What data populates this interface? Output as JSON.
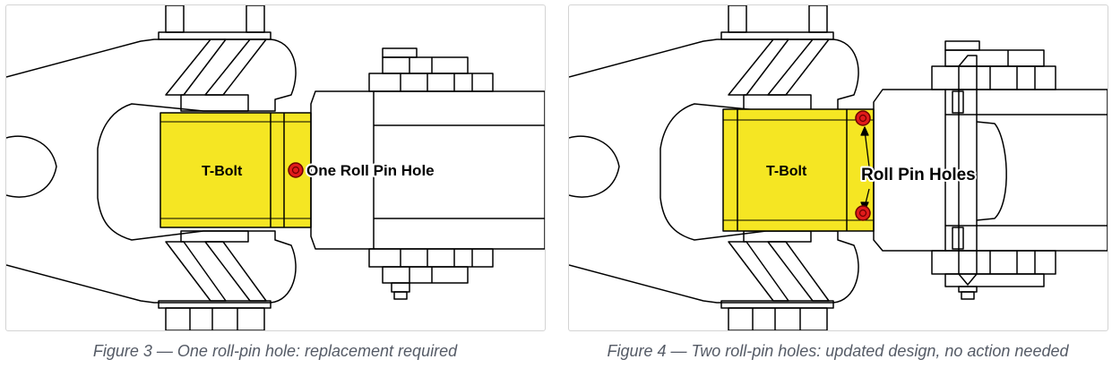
{
  "figures": [
    {
      "tbolt_label": "T-Bolt",
      "callout": "One Roll Pin Hole",
      "caption": "Figure 3 — One roll-pin hole: replacement required"
    },
    {
      "tbolt_label": "T-Bolt",
      "callout": "Roll Pin Holes",
      "caption": "Figure 4 — Two roll-pin holes: updated design, no action needed"
    }
  ],
  "colors": {
    "tbolt_fill": "#f5e623",
    "roll_pin_hole": "#e01b1b",
    "line": "#000000",
    "caption_text": "#555b66",
    "panel_border": "#d4d4d4"
  }
}
